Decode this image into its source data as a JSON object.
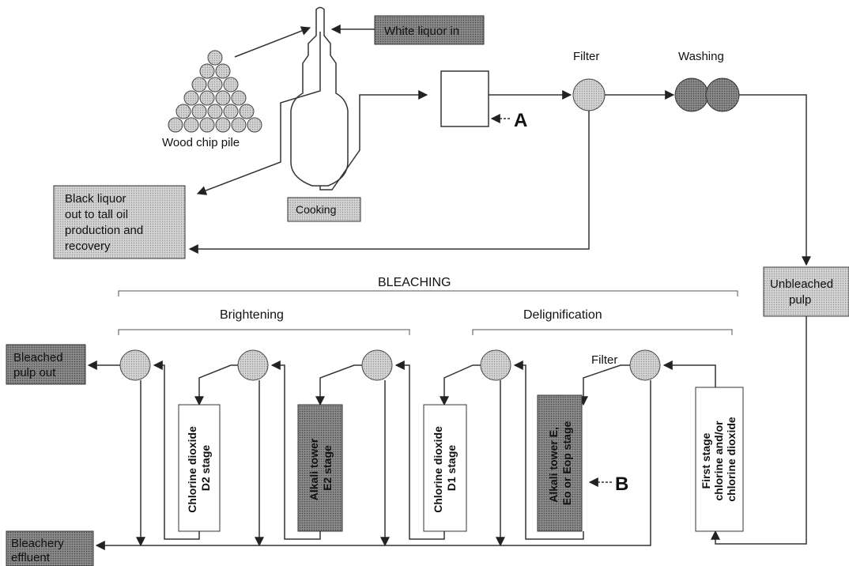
{
  "labels": {
    "white_liquor_in": "White liquor in",
    "wood_chip_pile": "Wood chip pile",
    "black_liquor": [
      "Black liquor",
      "out to tall oil",
      "production and",
      "recovery"
    ],
    "cooking": "Cooking",
    "filter_top": "Filter",
    "washing": "Washing",
    "marker_a": "A",
    "unbleached_pulp": [
      "Unbleached",
      "pulp"
    ],
    "bleaching": "BLEACHING",
    "brightening": "Brightening",
    "delignification": "Delignification",
    "bleached_pulp_out": [
      "Bleached",
      "pulp out"
    ],
    "filter_mid": "Filter",
    "chlorine_d2": [
      "Chlorine dioxide",
      "D2 stage"
    ],
    "alkali_e2": [
      "Alkali tower",
      "E2 stage"
    ],
    "chlorine_d1": [
      "Chlorine dioxide",
      "D1 stage"
    ],
    "alkali_e": [
      "Alkali tower E,",
      "Eo or Eop stage"
    ],
    "marker_b": "B",
    "first_stage": [
      "First stage",
      "chlorine and/or",
      "chlorine dioxide"
    ],
    "bleachery_effluent": [
      "Bleachery",
      "effluent"
    ]
  },
  "colors": {
    "box_fill": "#c9c9c9",
    "dark_fill": "#7f7f7f",
    "filter_fill": "#dedede",
    "line": "#333333"
  }
}
